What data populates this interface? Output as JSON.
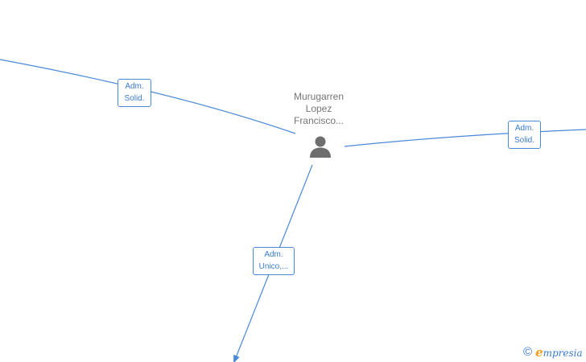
{
  "colors": {
    "edge": "#4a88d8",
    "label_text": "#3a7cd0",
    "node_text": "#757575",
    "icon": "#6e6e6e",
    "brand_accent": "#f0a020"
  },
  "node": {
    "name_lines": [
      "Murugarren",
      "Lopez",
      "Francisco..."
    ],
    "icon": "person-icon"
  },
  "edges": [
    {
      "id": "left",
      "label_lines": [
        "Adm.",
        "Solid."
      ]
    },
    {
      "id": "right",
      "label_lines": [
        "Adm.",
        "Solid."
      ]
    },
    {
      "id": "down",
      "label_lines": [
        "Adm.",
        "Unico,..."
      ]
    }
  ],
  "watermark": {
    "symbol": "©",
    "brand_initial": "e",
    "brand_rest": "mpresia"
  }
}
